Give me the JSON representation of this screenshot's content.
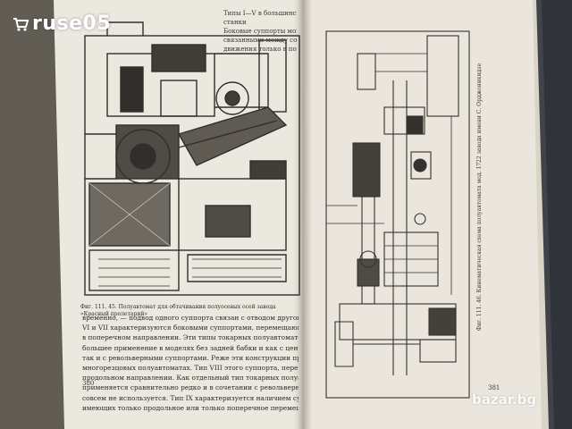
{
  "watermark_top": "ruse05",
  "watermark_bottom": "bazar.bg",
  "left_page": {
    "top_lines": [
      "Типы I—V в большинстве случаев выполняются как универсальные",
      "станки",
      "Боковые суппорты могут располагаться на одной общей плите и быть",
      "связанными между собой (тип VI). При этом суппорты, имеющие рабочие",
      "движения только в поперечном направлении, не могут работать совместно"
    ],
    "figure_caption": "Фиг. 111. 45. Полуавтомат для обтачивания полуосевых осей завода «Красный пролетарий»",
    "body_lines": [
      "временно, — подвод одного суппорта связан с отводом другого. Типы",
      "VI и VII характеризуются боковыми суппортами, перемещающимися",
      "в поперечном направлении. Эти типы токарных полуавтоматов имеют все",
      "большее применение в моделях без задней бабки и как с центральными,",
      "так и с револьверными суппортами. Реже эти конструкции применяются в",
      "многорезцовых полуавтоматах. Тип VIII этого суппорта, перемещающегося в",
      "продольном направлении. Как отдельный тип токарных полуавтоматов он",
      "применяется сравнительно редко и в сочетании с револьверной головкой",
      "совсем не используется. Тип IX характеризуется наличием суппортов,",
      "имеющих только продольное или только поперечное перемещение. В геометрии"
    ],
    "page_number": "380"
  },
  "right_page": {
    "rotated_caption": "Фиг. 111. 46. Кинематическая схема полуавтомата мод. 1722 завода имени С. Орджоникидзе",
    "page_number": "381"
  }
}
